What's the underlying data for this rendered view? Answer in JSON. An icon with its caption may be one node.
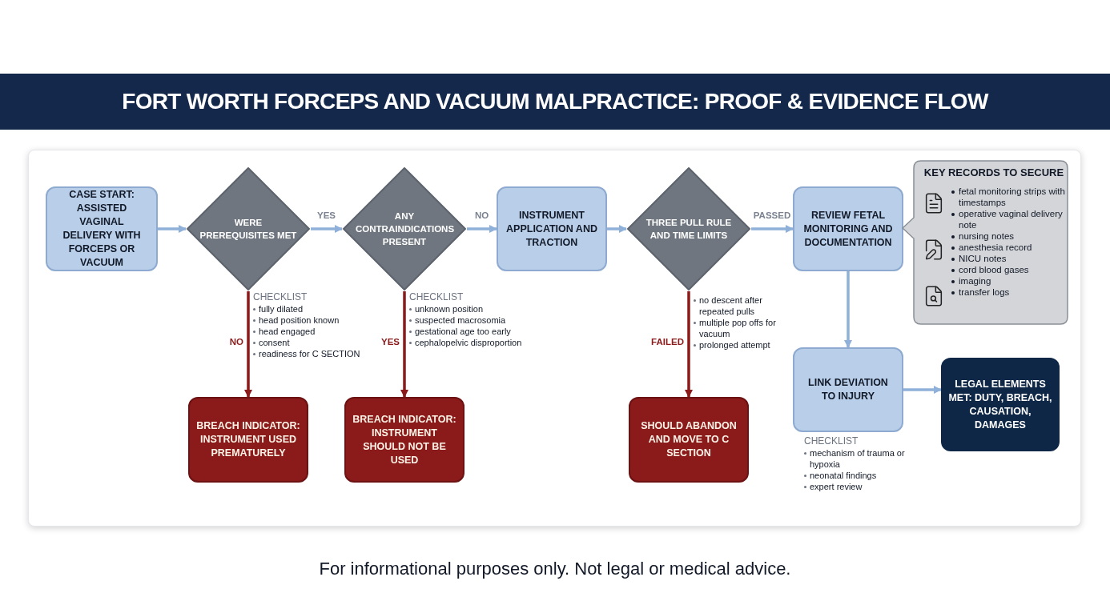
{
  "diagram": {
    "title": "FORT WORTH FORCEPS AND VACUUM MALPRACTICE: PROOF & EVIDENCE FLOW",
    "caption": "For informational purposes only. Not legal or medical advice.",
    "nodes": [
      {
        "text": [
          "CASE START: ASSISTED VAGINAL DELIVERY WITH FORCEPS OR VACUUM"
        ]
      },
      {
        "text": [
          "WERE PREREQUISITES MET"
        ],
        "beside": [
          "CHECKLIST",
          "fully dilated",
          "head position known",
          "head engaged",
          "consent",
          "readiness for C SECTION"
        ]
      },
      {
        "text": [
          "ANY CONTRAINDICATIONS PRESENT"
        ],
        "beside": [
          "CHECKLIST",
          "unknown position",
          "suspected macrosomia",
          "gestational age too early",
          "cephalopelvic disproportion"
        ]
      },
      {
        "text": [
          "INSTRUMENT APPLICATION AND TRACTION"
        ]
      },
      {
        "text": [
          "THREE PULL RULE AND TIME LIMITS"
        ],
        "beside": [
          "no descent after repeated pulls",
          "multiple pop offs for vacuum",
          "prolonged attempt"
        ]
      },
      {
        "text": [
          "REVIEW FETAL MONITORING AND DOCUMENTATION"
        ]
      },
      {
        "text": [
          "KEY RECORDS TO SECURE",
          "fetal monitoring strips with timestamps",
          "operative vaginal delivery note",
          "nursing notes",
          "anesthesia record",
          "NICU notes",
          "cord blood gases",
          "imaging",
          "transfer logs"
        ]
      },
      {
        "text": [
          "BREACH INDICATOR: INSTRUMENT USED PREMATURELY"
        ]
      },
      {
        "text": [
          "BREACH INDICATOR: INSTRUMENT SHOULD NOT BE USED"
        ]
      },
      {
        "text": [
          "SHOULD ABANDON AND MOVE TO C SECTION"
        ]
      },
      {
        "text": [
          "LINK DEVIATION TO INJURY"
        ],
        "beside": [
          "CHECKLIST",
          "mechanism of trauma or hypoxia",
          "neonatal findings",
          "expert review"
        ]
      },
      {
        "text": [
          "LEGAL ELEMENTS MET: DUTY, BREACH, CAUSATION, DAMAGES"
        ]
      }
    ],
    "edges": [
      {
        "from": 0,
        "to": 1,
        "arrow": "to"
      },
      {
        "from": 1,
        "to": 2,
        "arrow": "to",
        "label": "YES"
      },
      {
        "from": 2,
        "to": 3,
        "arrow": "to",
        "label": "NO"
      },
      {
        "from": 3,
        "to": 4,
        "arrow": "to"
      },
      {
        "from": 4,
        "to": 5,
        "arrow": "to",
        "label": "PASSED"
      },
      {
        "from": 1,
        "to": 7,
        "arrow": "to",
        "label": "NO",
        "color": "#8b1a1a"
      },
      {
        "from": 2,
        "to": 8,
        "arrow": "to",
        "label": "YES",
        "color": "#8b1a1a"
      },
      {
        "from": 4,
        "to": 9,
        "arrow": "to",
        "label": "FAILED",
        "color": "#8b1a1a"
      },
      {
        "from": 5,
        "to": 10,
        "arrow": "to"
      },
      {
        "from": 10,
        "to": 11,
        "arrow": "to"
      }
    ]
  }
}
